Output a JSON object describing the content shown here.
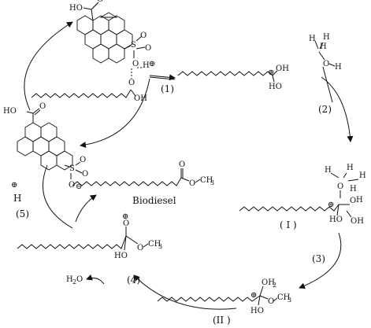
{
  "labels": {
    "step1": "(1)",
    "step2": "(2)",
    "step3": "(3)",
    "step4": "(4)",
    "step5": "(5)",
    "interI": "( I )",
    "interII": "(II )",
    "biodiesel": "Biodiesel",
    "water": "H",
    "water_sub": "2",
    "water_o": "O",
    "proton_h": "H"
  },
  "atoms": {
    "HO": "HO",
    "OH": "OH",
    "O": "O",
    "S": "S",
    "H": "H",
    "CH": "CH",
    "three": "3",
    "OH2": "OH",
    "two": "2",
    "plus": "⊕",
    "minus": "⊖"
  }
}
